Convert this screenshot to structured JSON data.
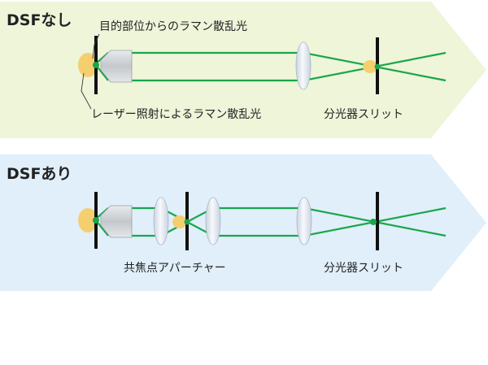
{
  "panels": [
    {
      "title": "DSFなし",
      "label_top": "目的部位からのラマン散乱光",
      "label_bottom": "レーザー照射によるラマン散乱光",
      "label_slit": "分光器スリット",
      "background_color": "#eef5d9"
    },
    {
      "title": "DSFあり",
      "label_aperture": "共焦点アパーチャー",
      "label_slit": "分光器スリット",
      "background_color": "#e0effa"
    }
  ],
  "colors": {
    "beam": "#1aa64a",
    "spot": "#f5cf6e",
    "focus_dot": "#1aa64a",
    "slit": "#111111",
    "lens": "#e6ecf4",
    "objective": "#cdd1d5"
  }
}
